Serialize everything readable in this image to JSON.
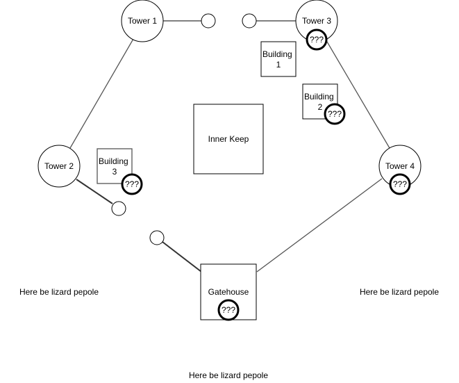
{
  "towers": {
    "tower1": "Tower 1",
    "tower2": "Tower 2",
    "tower3": "Tower 3",
    "tower4": "Tower 4"
  },
  "buildings": {
    "building1": [
      "Building",
      "1"
    ],
    "building2": [
      "Building",
      "2"
    ],
    "building3": [
      "Building",
      "3"
    ]
  },
  "keep": "Inner Keep",
  "gatehouse": "Gatehouse",
  "unknown_marker": "???",
  "notes": {
    "left": "Here be lizard pepole",
    "right": "Here be lizard pepole",
    "bottom": "Here be lizard pepole"
  },
  "colors": {
    "stroke": "#000000",
    "wall": "#555555",
    "background": "#ffffff"
  }
}
